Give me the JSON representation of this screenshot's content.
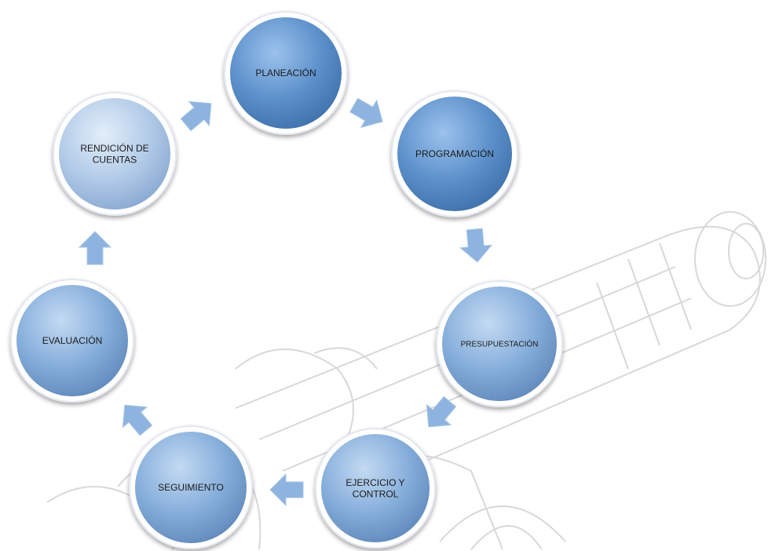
{
  "diagram": {
    "nodes": [
      {
        "id": "planeacion",
        "label": "PLANEACIÓN"
      },
      {
        "id": "programacion",
        "label": "PROGRAMACIÓN"
      },
      {
        "id": "presupuestacion",
        "label": "PRESUPUESTACIÓN"
      },
      {
        "id": "ejercicio",
        "label": "EJERCICIO Y CONTROL"
      },
      {
        "id": "seguimiento",
        "label": "SEGUIMIENTO"
      },
      {
        "id": "evaluacion",
        "label": "EVALUACIÓN"
      },
      {
        "id": "rendicion",
        "label": "RENDICIÓN DE CUENTAS"
      }
    ],
    "colors": {
      "dark_blue": "#5b8fc9",
      "mid_blue": "#7faadb",
      "light_blue": "#a9c5e6",
      "arrow": "#8db3df",
      "background_sketch": "#d6d6d6"
    }
  }
}
